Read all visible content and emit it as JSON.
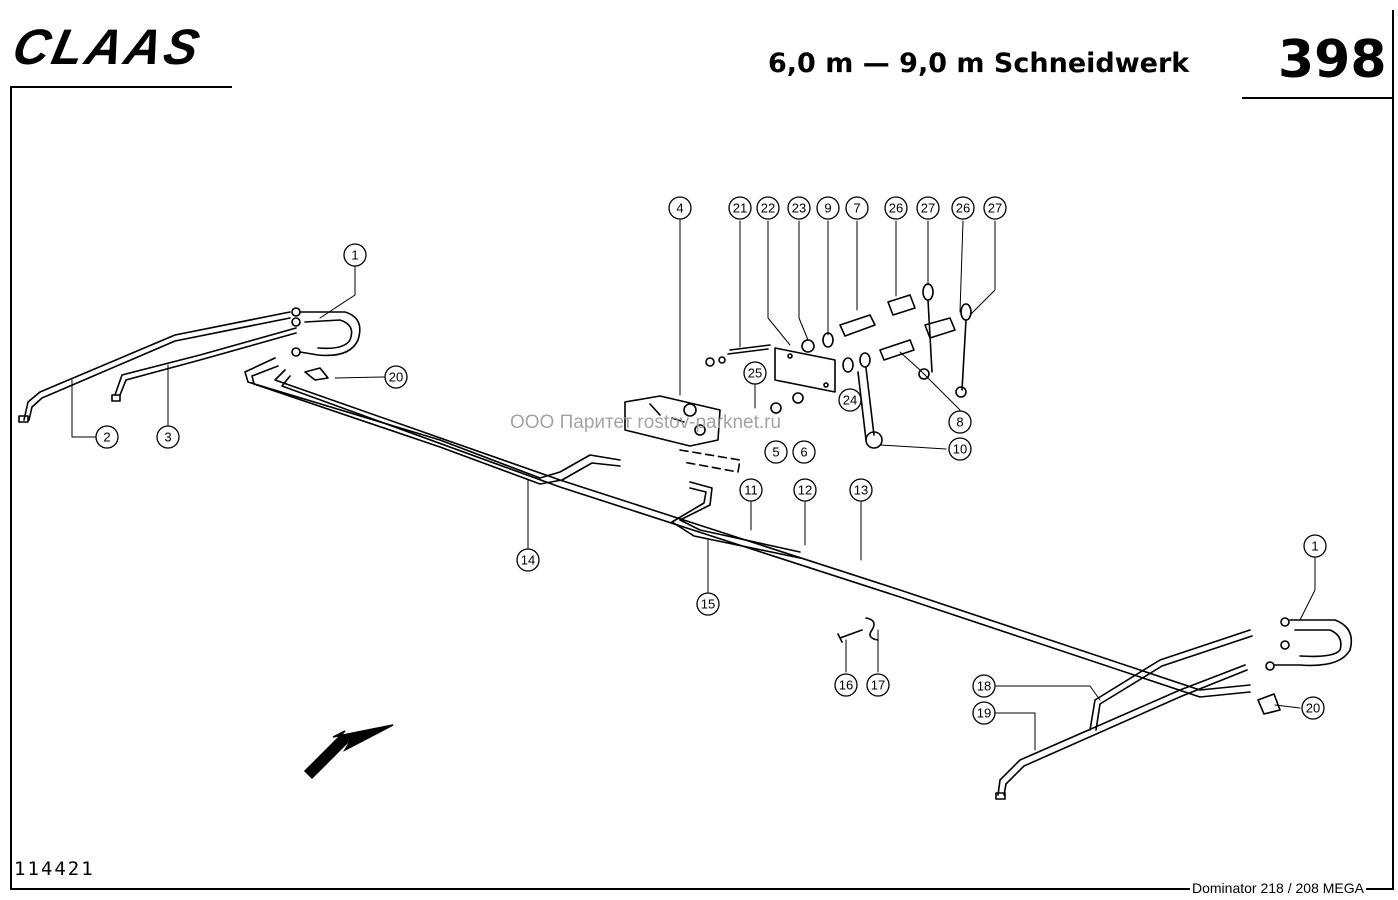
{
  "header": {
    "logo": "CLAAS",
    "title": "6,0 m — 9,0 m Schneidwerk",
    "page_number": "398"
  },
  "footer": {
    "drawing_number": "114421",
    "model": "Dominator 218 / 208 MEGA"
  },
  "watermark": "ООО Паритет   rostov-parknet.ru",
  "callouts": {
    "c1a": "1",
    "c2": "2",
    "c3": "3",
    "c20a": "20",
    "c4": "4",
    "c21": "21",
    "c22": "22",
    "c23": "23",
    "c9": "9",
    "c7": "7",
    "c26a": "26",
    "c27a": "27",
    "c26b": "26",
    "c27b": "27",
    "c25": "25",
    "c24": "24",
    "c8": "8",
    "c10": "10",
    "c5": "5",
    "c6": "6",
    "c11": "11",
    "c12": "12",
    "c13": "13",
    "c14": "14",
    "c15": "15",
    "c16": "16",
    "c17": "17",
    "c1b": "1",
    "c18": "18",
    "c19": "19",
    "c20b": "20"
  },
  "colors": {
    "ink": "#000000",
    "paper": "#ffffff",
    "watermark": "#9a9a9a"
  },
  "icons": {
    "direction": "direction-arrow-icon"
  }
}
